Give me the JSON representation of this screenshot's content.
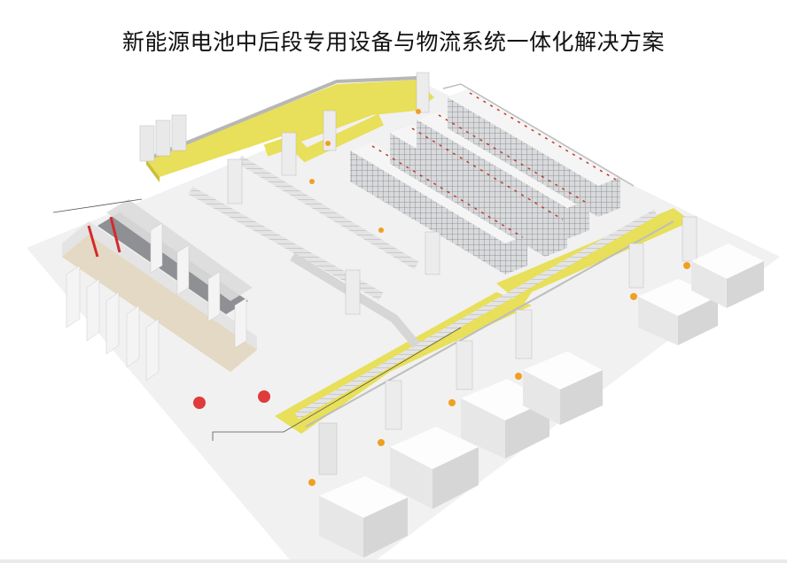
{
  "slide": {
    "title": "新能源电池中后段专用设备与物流系统一体化解决方案"
  },
  "illustration": {
    "description": "Isometric 3D render of a battery factory layout: high-bay storage racks, yellow conveyor platforms, workstations with robot arms, formation/aging rack with red stacker cranes, and white process buildings",
    "colors": {
      "background": "#ffffff",
      "floor": "#efefef",
      "platform_yellow": "#e8df5a",
      "frame_orange": "#f2a71b",
      "crane_red": "#d42a2a",
      "rack_grey": "#8e9094",
      "building_white": "#f7f7f7",
      "robot_orange": "#f0a020"
    },
    "components": [
      {
        "name": "high-bay-warehouse",
        "count": 4
      },
      {
        "name": "formation-rack",
        "count": 2
      },
      {
        "name": "process-building",
        "count": 5
      },
      {
        "name": "elevator-tower",
        "count": 12
      },
      {
        "name": "robot-arm",
        "count": 10
      }
    ]
  }
}
